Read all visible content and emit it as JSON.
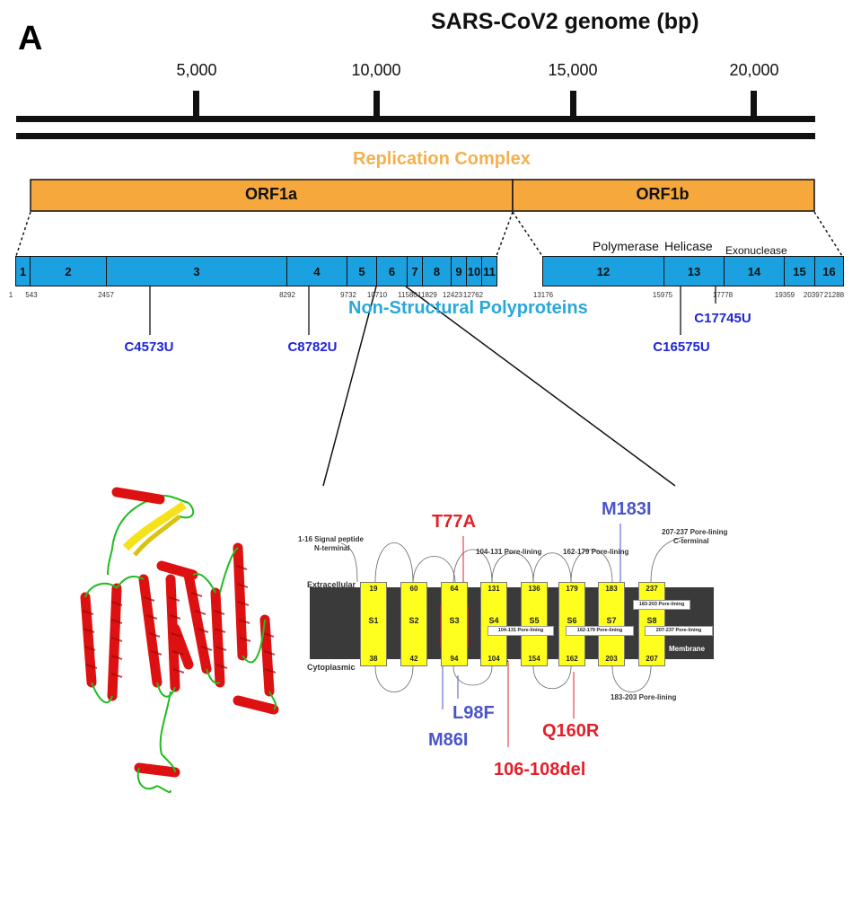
{
  "panel_letter": "A",
  "genome": {
    "title": "SARS-CoV2 genome (bp)",
    "ticks": [
      "5,000",
      "10,000",
      "15,000",
      "20,000"
    ]
  },
  "replication": {
    "title": "Replication Complex",
    "orf1a": "ORF1a",
    "orf1b": "ORF1b"
  },
  "nsp": {
    "title": "Non-Structural Polyproteins",
    "segments": [
      "1",
      "2",
      "3",
      "4",
      "5",
      "6",
      "7",
      "8",
      "9",
      "10",
      "11",
      "12",
      "13",
      "14",
      "15",
      "16"
    ],
    "positions": [
      "1",
      "543",
      "2457",
      "8292",
      "9732",
      "10710",
      "11580",
      "11829",
      "12423",
      "12762",
      "13176",
      "15975",
      "17778",
      "19359",
      "20397",
      "21288"
    ],
    "functions": [
      "Polymerase",
      "Helicase",
      "Exonuclease"
    ]
  },
  "nt_mutations": [
    "C4573U",
    "C8782U",
    "C16575U",
    "C17745U"
  ],
  "membrane": {
    "extracellular": "Extracellular",
    "cytoplasmic": "Cytoplasmic",
    "membrane_label": "Membrane",
    "helices": [
      {
        "name": "S1",
        "top": "19",
        "bottom": "38"
      },
      {
        "name": "S2",
        "top": "60",
        "bottom": "42"
      },
      {
        "name": "S3",
        "top": "64",
        "bottom": "94"
      },
      {
        "name": "S4",
        "top": "131",
        "bottom": "104"
      },
      {
        "name": "S5",
        "top": "136",
        "bottom": "154"
      },
      {
        "name": "S6",
        "top": "179",
        "bottom": "162"
      },
      {
        "name": "S7",
        "top": "183",
        "bottom": "203"
      },
      {
        "name": "S8",
        "top": "237",
        "bottom": "207"
      }
    ],
    "notes": {
      "signal_1": "1-16 Signal peptide",
      "signal_2": "N-terminal",
      "pore_104": "104-131 Pore-lining",
      "pore_162": "162-179 Pore-lining",
      "pore_207_1": "207-237 Pore-lining",
      "pore_207_2": "C-terminal",
      "pore_183": "183-203 Pore-lining"
    },
    "pore_boxes": [
      "183-203 Pore-lining",
      "104-131 Pore-lining",
      "162-179 Pore-lining",
      "207-237 Pore-lining"
    ]
  },
  "aa_mutations": {
    "t77a": "T77A",
    "m183i": "M183I",
    "l98f": "L98F",
    "m86i": "M86I",
    "q160r": "Q160R",
    "del": "106-108del"
  },
  "colors": {
    "orf": "#f7a83c",
    "nsp_segment": "#1ba1e0",
    "nsp_title": "#2aa8d8",
    "replication_title": "#f5b04d",
    "nt_mutation": "#1f24d6",
    "aa_red": "#e3202a",
    "aa_blue": "#4a55c8",
    "helix": "#ffff1e",
    "membrane": "#3a3a3a",
    "protein_helix": "#dd1111",
    "protein_loop": "#22bb22",
    "protein_sheet": "#f5e21a"
  }
}
